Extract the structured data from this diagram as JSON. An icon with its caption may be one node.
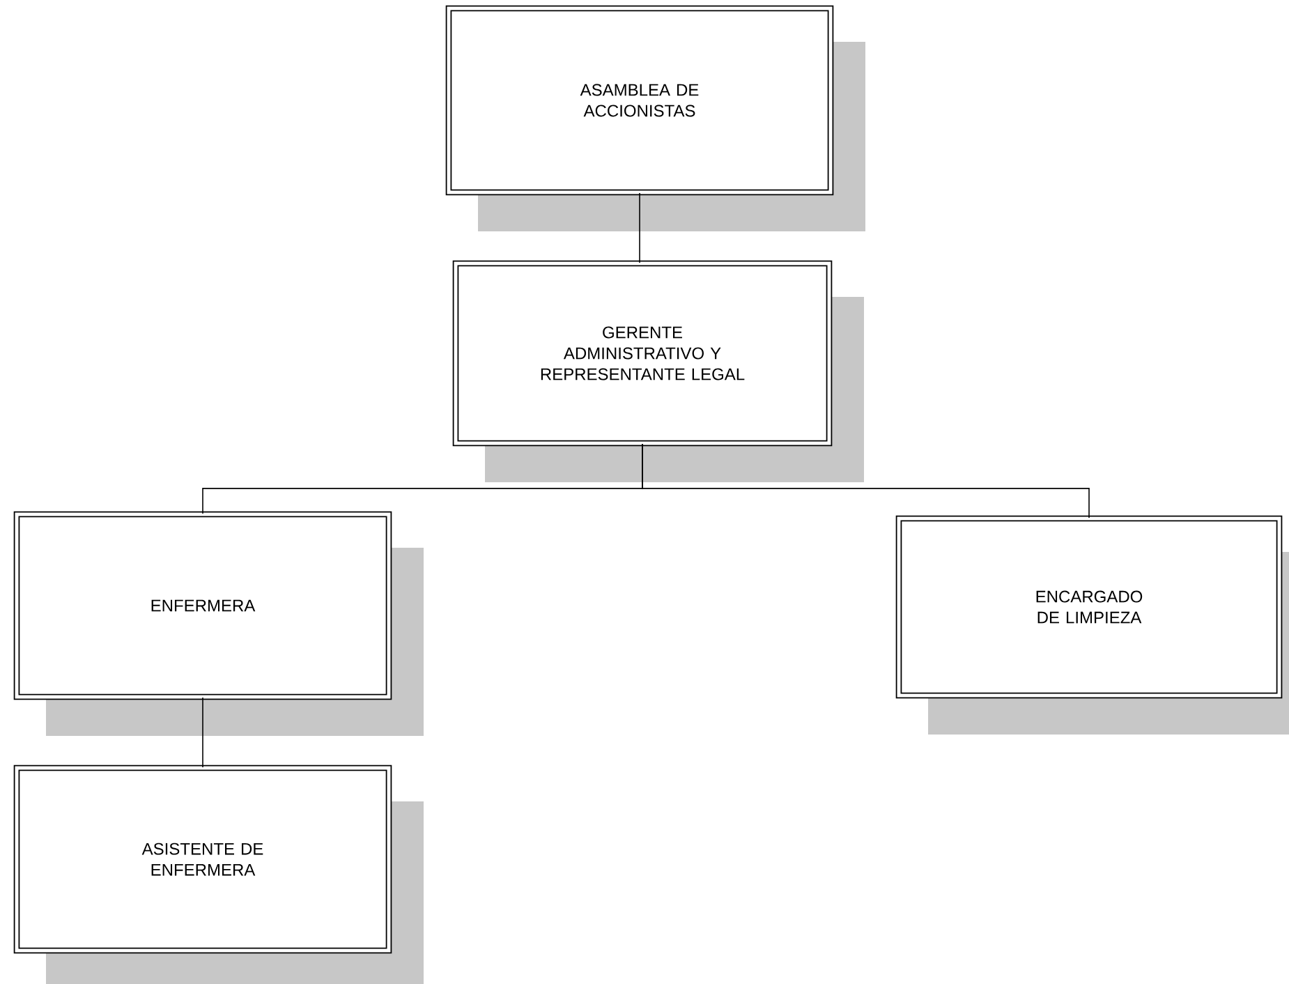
{
  "diagram": {
    "nodes": [
      {
        "text": [
          "ASAMBLEA DE ACCIONISTAS"
        ]
      },
      {
        "text": [
          "GERENTE ADMINISTRATIVO Y REPRESENTANTE LEGAL"
        ]
      },
      {
        "text": [
          "ENFERMERA"
        ]
      },
      {
        "text": [
          "ENCARGADO DE LIMPIEZA"
        ]
      },
      {
        "text": [
          "ASISTENTE DE ENFERMERA"
        ]
      }
    ],
    "edges": [
      {
        "from": 0,
        "to": 1,
        "arrow": "none"
      },
      {
        "from": 1,
        "to": 2,
        "arrow": "none"
      },
      {
        "from": 1,
        "to": 3,
        "arrow": "none"
      },
      {
        "from": 2,
        "to": 4,
        "arrow": "none"
      }
    ]
  }
}
